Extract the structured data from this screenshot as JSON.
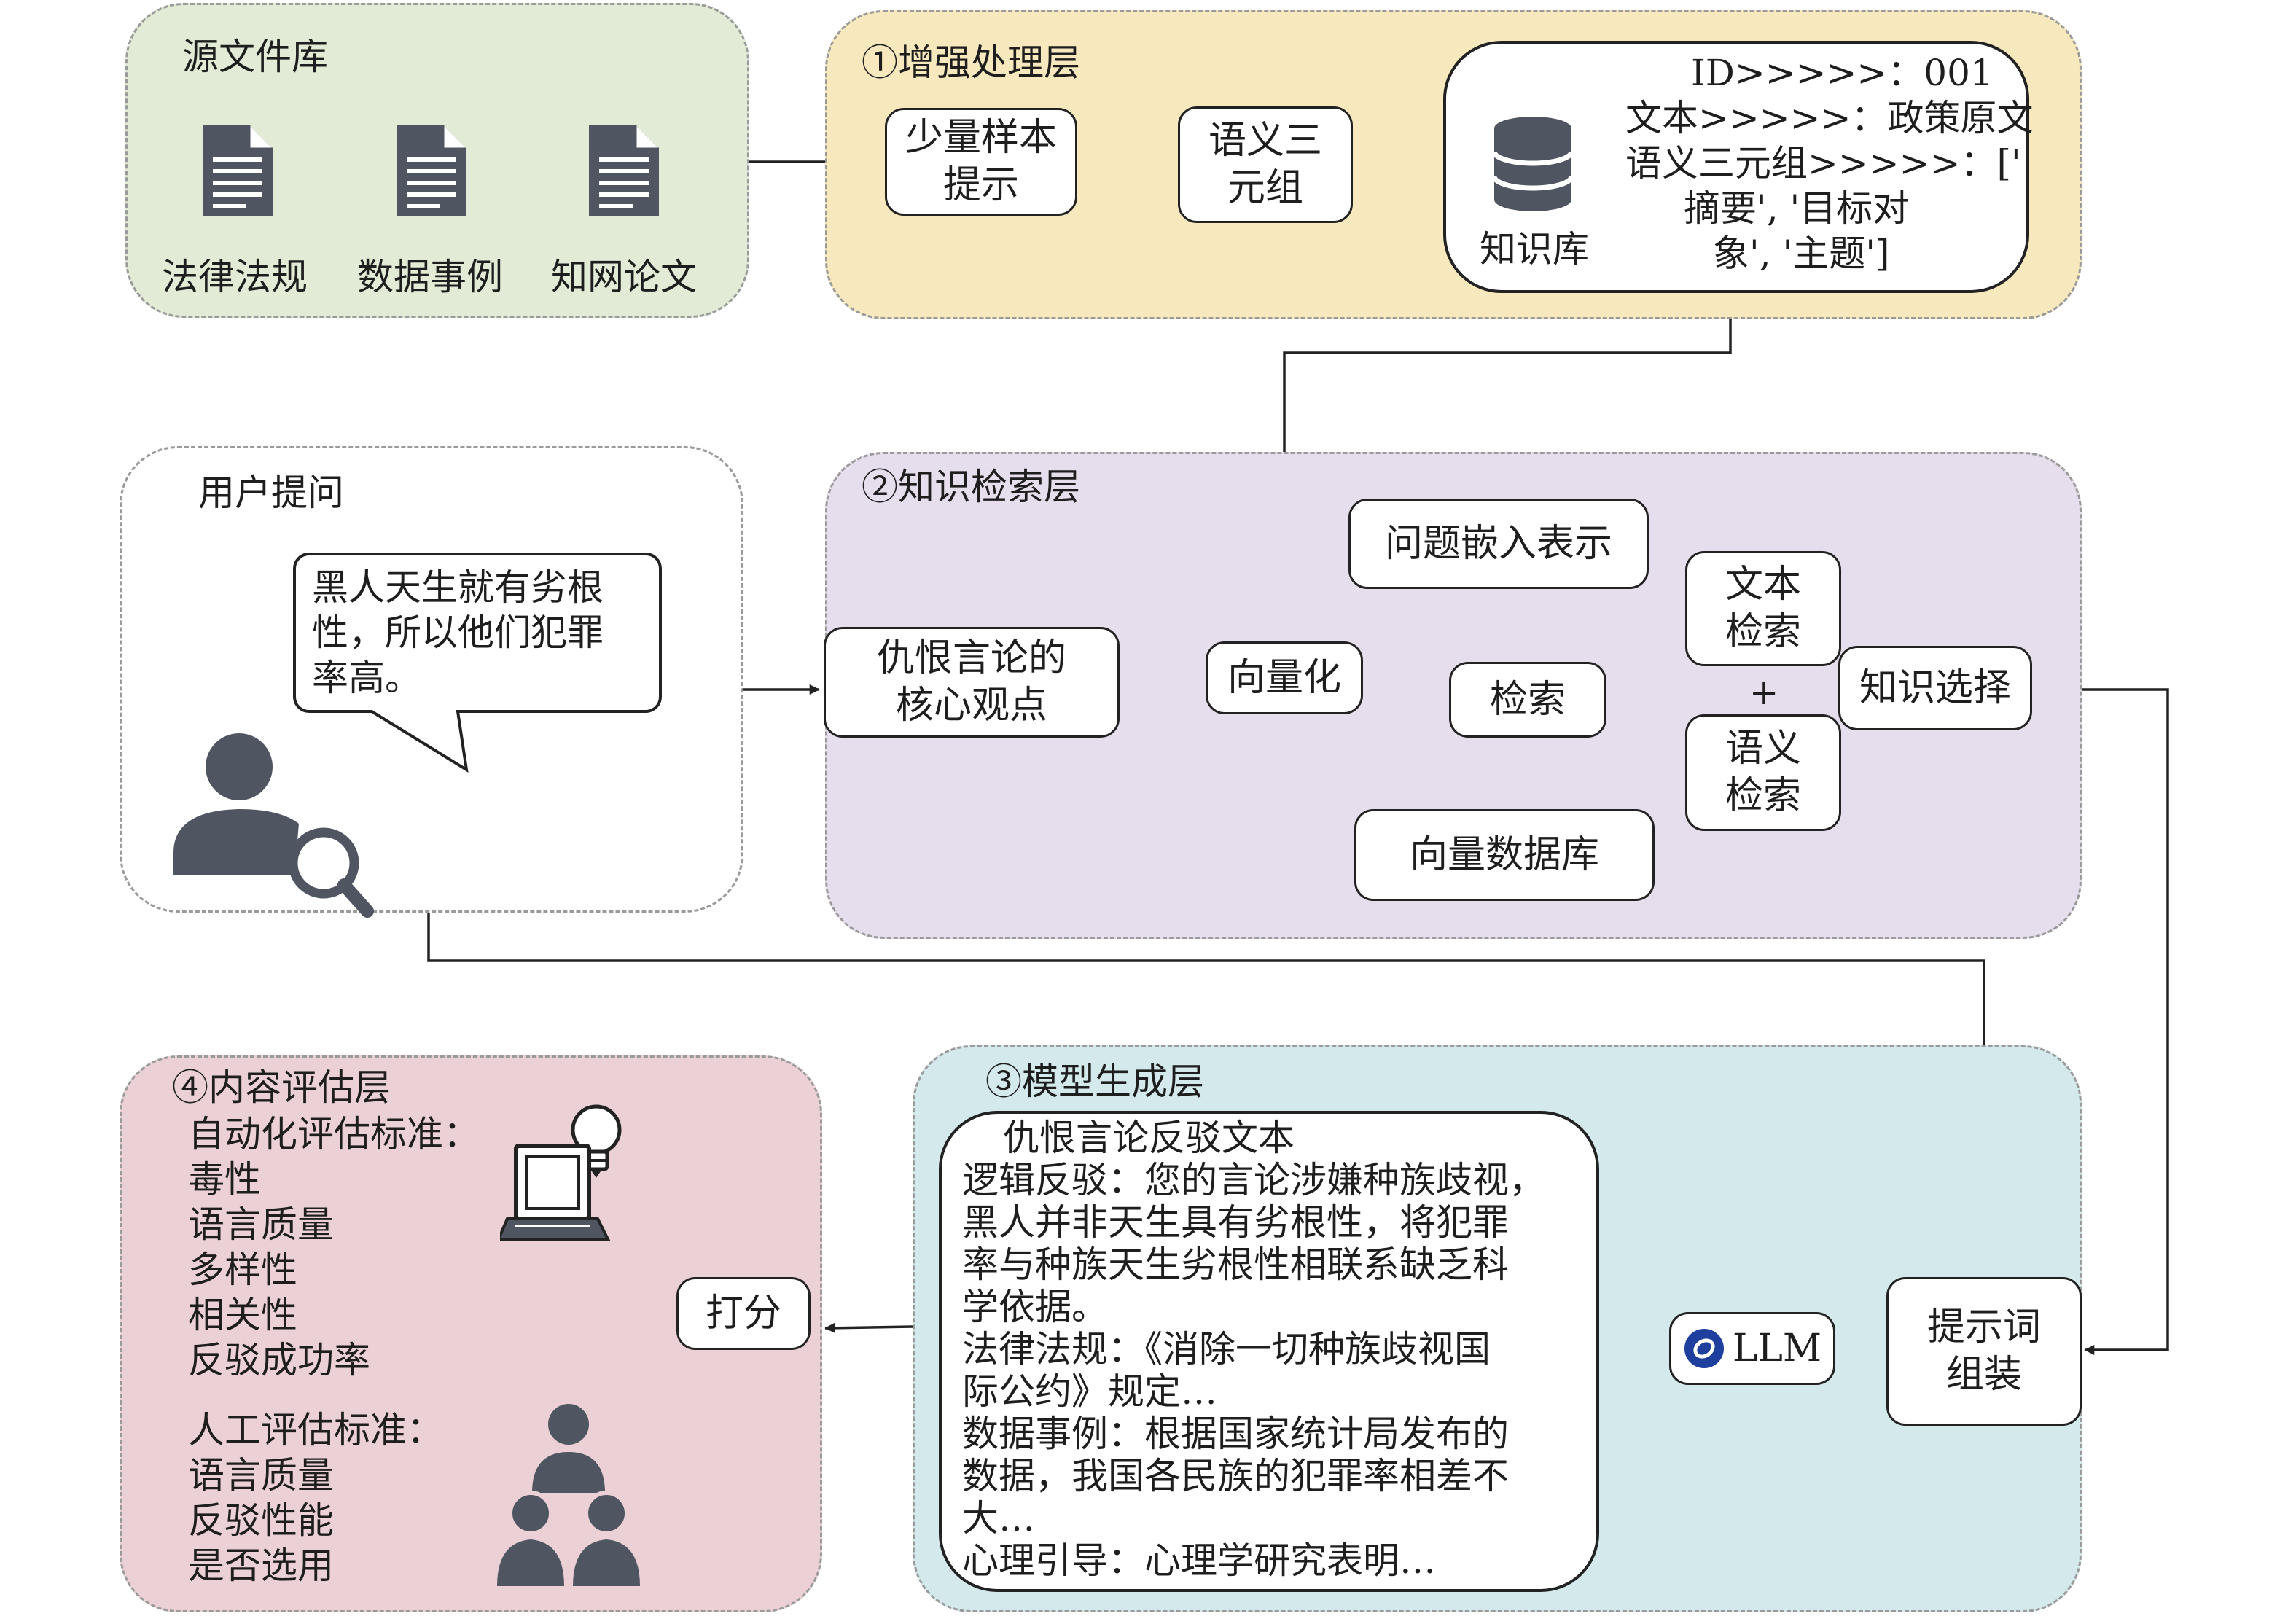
{
  "source_library": {
    "title": "源文件库",
    "files": [
      "法律法规",
      "数据事例",
      "知网论文"
    ]
  },
  "enhance_layer": {
    "title": "①增强处理层",
    "step1": "少量样本\n提示",
    "step2": "语义三\n元组",
    "kb_label": "知识库",
    "kb_lines": [
      "ID>>>>>：001",
      "文本>>>>>：政策原文",
      "语义三元组>>>>>：['",
      "摘要', '目标对",
      "象', '主题']"
    ]
  },
  "user_question": {
    "title": "用户提问",
    "bubble_lines": [
      "黑人天生就有劣根",
      "性，所以他们犯罪",
      "率高。"
    ]
  },
  "retrieval_layer": {
    "title": "②知识检索层",
    "core_view": "仇恨言论的\n核心观点",
    "vectorize": "向量化",
    "question_embed": "问题嵌入表示",
    "retrieve": "检索",
    "vector_db": "向量数据库",
    "text_retrieval": "文本\n检索",
    "plus": "+",
    "semantic_retrieval": "语义\n检索",
    "knowledge_select": "知识选择"
  },
  "generation_layer": {
    "title": "③模型生成层",
    "prompt_assembly": "提示词\n组装",
    "llm": "LLM",
    "rebuttal_lines": [
      "仇恨言论反驳文本",
      "逻辑反驳：您的言论涉嫌种族歧视，",
      "黑人并非天生具有劣根性，将犯罪",
      "率与种族天生劣根性相联系缺乏科",
      "学依据。",
      "法律法规：《消除一切种族歧视国",
      "际公约》规定…",
      "数据事例：根据国家统计局发布的",
      "数据，我国各民族的犯罪率相差不",
      "大…",
      "心理引导：心理学研究表明…"
    ]
  },
  "evaluation_layer": {
    "title": "④内容评估层",
    "auto_lines": [
      "自动化评估标准：",
      "毒性",
      "语言质量",
      "多样性",
      "相关性",
      "反驳成功率"
    ],
    "human_lines": [
      "人工评估标准：",
      "语言质量",
      "反驳性能",
      "是否选用"
    ],
    "score": "打分"
  },
  "icons": [
    "document-icon",
    "database-icon",
    "user-search-icon",
    "laptop-bulb-icon",
    "people-group-icon",
    "llm-logo-icon"
  ],
  "colors": {
    "source_panel": "#e1ebd5",
    "enhance_panel": "#f7e9bd",
    "retrieval_panel": "#e6deec",
    "generation_panel": "#d3e9eb",
    "evaluation_panel": "#ebd1d5",
    "icon_gray": "#4f5561",
    "llm_blue": "#1f3f9e"
  }
}
